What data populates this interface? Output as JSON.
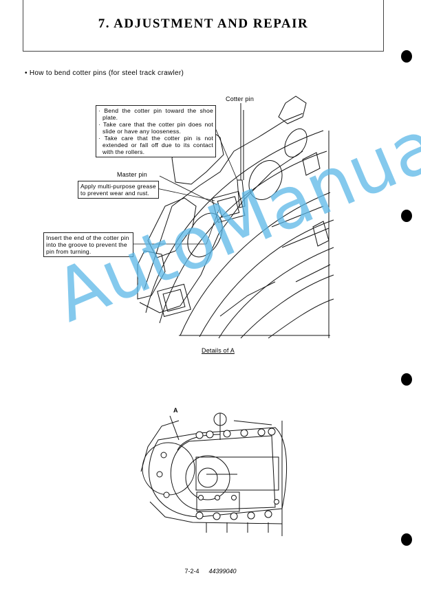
{
  "header": {
    "title": "7. ADJUSTMENT AND REPAIR"
  },
  "intro": "• How to bend cotter pins (for steel track crawler)",
  "labels": {
    "cotter_pin": "Cotter pin",
    "master_pin": "Master pin",
    "details": "Details of A",
    "detail_marker": "A"
  },
  "callouts": {
    "bend": [
      "· Bend the cotter pin toward the shoe plate.",
      "· Take care that the cotter pin does not slide or have any looseness.",
      "· Take care that the cotter pin is not extended or fall off due to its contact with the rollers."
    ],
    "grease": "Apply multi-purpose grease to prevent wear and rust.",
    "insert": "Insert the end of the cotter pin into the groove to prevent the pin from turning."
  },
  "footer": {
    "page": "7-2-4",
    "code": "44399040"
  },
  "watermark": "AutoManual"
}
